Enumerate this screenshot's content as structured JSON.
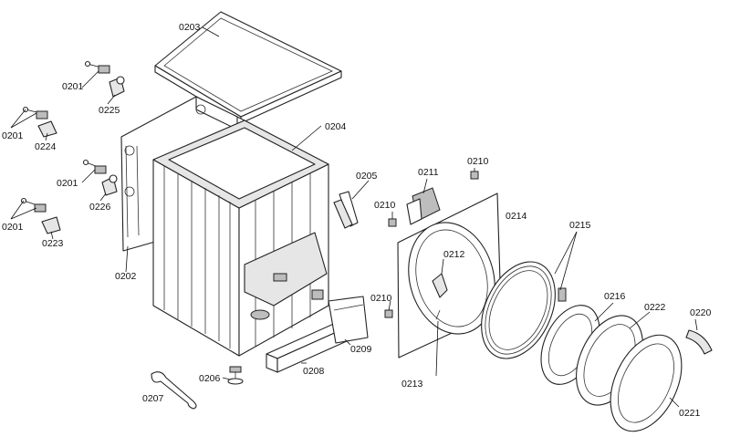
{
  "diagram": {
    "labels": {
      "l0203": "0203",
      "l0204": "0204",
      "l0201a": "0201",
      "l0225": "0225",
      "l0201b": "0201",
      "l0224": "0224",
      "l0201c": "0201",
      "l0226": "0226",
      "l0201d": "0201",
      "l0223": "0223",
      "l0202": "0202",
      "l0205": "0205",
      "l0211": "0211",
      "l0210a": "0210",
      "l0210b": "0210",
      "l0210c": "0210",
      "l0214": "0214",
      "l0215": "0215",
      "l0212": "0212",
      "l0213": "0213",
      "l0216": "0216",
      "l0222": "0222",
      "l0220": "0220",
      "l0221": "0221",
      "l0209": "0209",
      "l0208": "0208",
      "l0206": "0206",
      "l0207": "0207"
    }
  }
}
